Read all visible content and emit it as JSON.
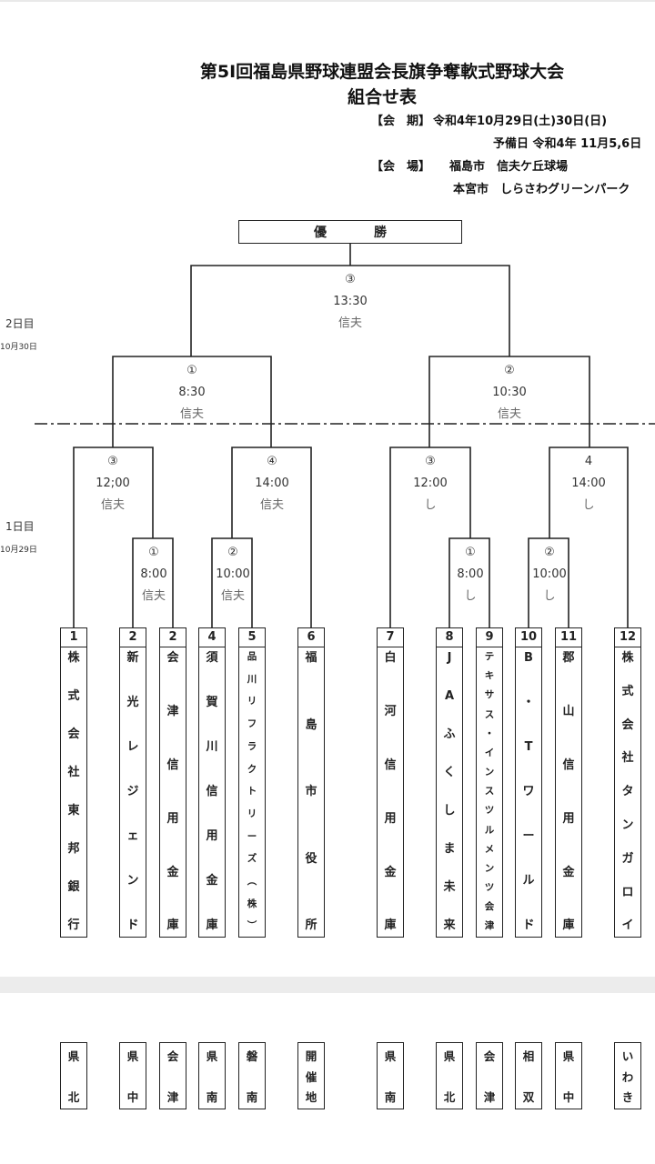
{
  "title": "第5Ⅰ回福島県野球連盟会長旗争奪軟式野球大会",
  "subtitle": "組合せ表",
  "info": {
    "period_label": "【会　期】",
    "period_value": "令和4年10月29日(土)30日(日)",
    "reserve": "予備日 令和4年 11月5,6日",
    "venue_label": "【会　場】",
    "venue_1": "福島市　信夫ケ丘球場",
    "venue_2": "本宮市　しらさわグリーンパーク"
  },
  "champion": [
    "優",
    "勝"
  ],
  "days": {
    "day2": {
      "label": "2日目",
      "date": "10月30日"
    },
    "day1": {
      "label": "1日目",
      "date": "10月29日"
    }
  },
  "games": [
    {
      "no": "③",
      "time": "13:30",
      "venue": "信夫"
    },
    {
      "no": "①",
      "time": "8:30",
      "venue": "信夫"
    },
    {
      "no": "②",
      "time": "10:30",
      "venue": "信夫"
    },
    {
      "no": "③",
      "time": "12;00",
      "venue": "信夫"
    },
    {
      "no": "④",
      "time": "14:00",
      "venue": "信夫"
    },
    {
      "no": "③",
      "time": "12:00",
      "venue": "し"
    },
    {
      "no": "4",
      "time": "14:00",
      "venue": "し"
    },
    {
      "no": "①",
      "time": "8:00",
      "venue": "信夫"
    },
    {
      "no": "②",
      "time": "10:00",
      "venue": "信夫"
    },
    {
      "no": "①",
      "time": "8:00",
      "venue": "し"
    },
    {
      "no": "②",
      "time": "10:00",
      "venue": "し"
    }
  ],
  "teams": [
    {
      "num": "1",
      "name": [
        "株",
        "式",
        "会",
        "社",
        "東",
        "邦",
        "銀",
        "行"
      ],
      "region": [
        "県",
        "北"
      ]
    },
    {
      "num": "2",
      "name": [
        "新",
        "光",
        "レ",
        "ジ",
        "ェ",
        "ン",
        "ド"
      ],
      "region": [
        "県",
        "中"
      ]
    },
    {
      "num": "2",
      "name": [
        "会",
        "津",
        "信",
        "用",
        "金",
        "庫"
      ],
      "region": [
        "会",
        "津"
      ]
    },
    {
      "num": "4",
      "name": [
        "須",
        "賀",
        "川",
        "信",
        "用",
        "金",
        "庫"
      ],
      "region": [
        "県",
        "南"
      ]
    },
    {
      "num": "5",
      "name": [
        "品",
        "川",
        "リ",
        "フ",
        "ラ",
        "ク",
        "ト",
        "リ",
        "ー",
        "ズ",
        "︵",
        "株",
        "︶"
      ],
      "region": [
        "磐",
        "南"
      ]
    },
    {
      "num": "6",
      "name": [
        "福",
        "島",
        "市",
        "役",
        "所"
      ],
      "region": [
        "開",
        "催",
        "地"
      ]
    },
    {
      "num": "7",
      "name": [
        "白",
        "河",
        "信",
        "用",
        "金",
        "庫"
      ],
      "region": [
        "県",
        "南"
      ]
    },
    {
      "num": "8",
      "name": [
        "J",
        "A",
        "ふ",
        "く",
        "し",
        "ま",
        "未",
        "来"
      ],
      "region": [
        "県",
        "北"
      ]
    },
    {
      "num": "9",
      "name": [
        "テ",
        "キ",
        "サ",
        "ス",
        "・",
        "イ",
        "ン",
        "ス",
        "ツ",
        "ル",
        "メ",
        "ン",
        "ツ",
        "会",
        "津"
      ],
      "region": [
        "会",
        "津"
      ]
    },
    {
      "num": "10",
      "name": [
        "B",
        "・",
        "T",
        "ワ",
        "ー",
        "ル",
        "ド"
      ],
      "region": [
        "相",
        "双"
      ]
    },
    {
      "num": "11",
      "name": [
        "郡",
        "山",
        "信",
        "用",
        "金",
        "庫"
      ],
      "region": [
        "県",
        "中"
      ]
    },
    {
      "num": "12",
      "name": [
        "株",
        "式",
        "会",
        "社",
        "タ",
        "ン",
        "ガ",
        "ロ",
        "イ"
      ],
      "region": [
        "い",
        "わ",
        "き"
      ]
    }
  ]
}
